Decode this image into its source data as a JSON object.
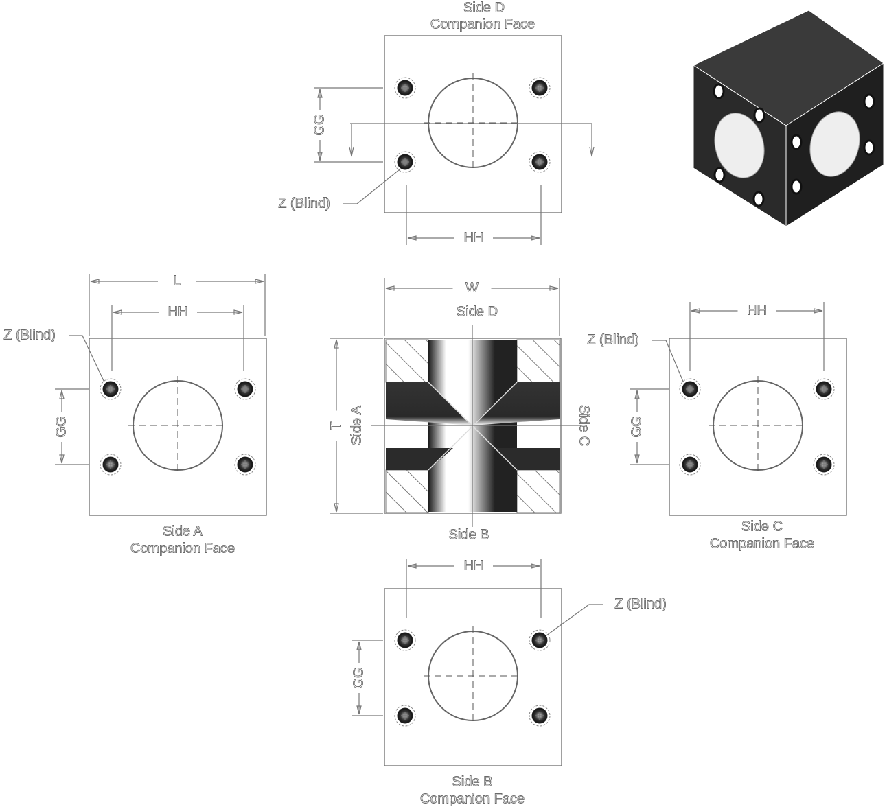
{
  "title_top": [
    "Side D",
    "Companion Face"
  ],
  "title_left": [
    "Side A",
    "Companion Face"
  ],
  "title_right": [
    "Side C",
    "Companion Face"
  ],
  "title_bottom": [
    "Side B",
    "Companion Face"
  ],
  "section": {
    "side_d": "Side D",
    "side_b": "Side B",
    "side_a": "Side A",
    "side_c": "Side C",
    "dim_w": "W",
    "dim_t": "T"
  },
  "dims": {
    "hh": "HH",
    "gg": "GG",
    "l": "L",
    "hole": "Z (Blind)"
  },
  "colors": {
    "line": "#777777",
    "solid": "#2b2b2b"
  }
}
